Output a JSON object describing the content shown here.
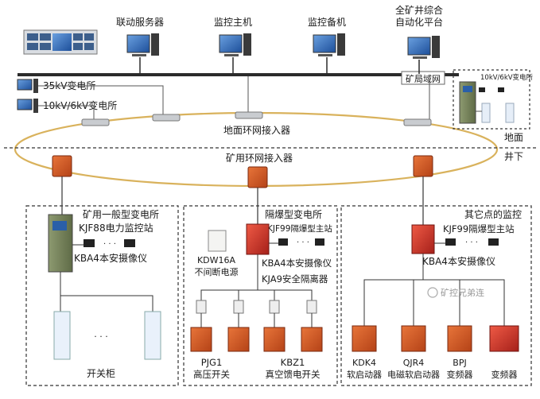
{
  "surface": {
    "top_nodes": [
      {
        "id": "linkage_server",
        "label": "联动服务器"
      },
      {
        "id": "monitor_host",
        "label": "监控主机"
      },
      {
        "id": "monitor_backup",
        "label": "监控备机"
      },
      {
        "id": "mine_platform",
        "label": "全矿井综合\n自动化平台"
      }
    ],
    "lan_label": "矿局域网",
    "substations": [
      "35kV变电所",
      "10kV/6kV变电所"
    ],
    "ring_label": "地面环网接入器",
    "corner_substation_label": "10kV/6kV变电所",
    "surface_label": "地面",
    "underground_label": "井下"
  },
  "underground": {
    "ring_label": "矿用环网接入器",
    "panel_general": {
      "title": "矿用一般型变电所",
      "station": "KJF88电力监控站",
      "camera": "KBA4本安摄像仪",
      "ellipsis": "· · ·",
      "switch_cabinet": "开关柜"
    },
    "panel_explosion": {
      "title": "隔爆型变电所",
      "station": "KJF99隔爆型主站",
      "ups": "KDW16A\n不间断电源",
      "camera": "KBA4本安摄像仪",
      "barrier": "KJA9安全隔离器",
      "devices": [
        {
          "label": "PJG1\n高压开关"
        },
        {
          "label": "KBZ1\n真空馈电开关"
        }
      ]
    },
    "panel_other": {
      "title": "其它点的监控",
      "station": "KJF99隔爆型主站",
      "camera": "KBA4本安摄像仪",
      "devices": [
        {
          "label": "KDK4\n软启动器"
        },
        {
          "label": "QJR4\n电磁软启动器"
        },
        {
          "label": "BPJ\n变频器"
        },
        {
          "label": "\n变频器"
        }
      ]
    }
  },
  "watermark": "矿控兄弟连",
  "colors": {
    "ring": "#d9b25c",
    "red": "#d8352a",
    "dark_red": "#a51f17",
    "monitor": "#2a5fa8",
    "cabinet": "#7d8a62"
  }
}
